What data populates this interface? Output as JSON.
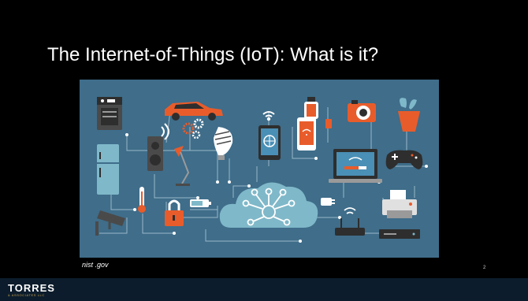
{
  "slide": {
    "title": "The Internet-of-Things (IoT): What is it?",
    "caption": "nist .gov",
    "page_number": "2"
  },
  "illustration": {
    "background_color": "#3f6d8a",
    "icons": [
      "oven-icon",
      "car-icon",
      "wifi-icon",
      "smartwatch-icon",
      "camera-icon",
      "plant-icon",
      "fridge-icon",
      "gears-icon",
      "speaker-icon",
      "light-bulb-icon",
      "tablet-icon",
      "phone-icon",
      "laptop-icon",
      "gamepad-icon",
      "desk-lamp-icon",
      "thermometer-icon",
      "padlock-icon",
      "battery-icon",
      "cloud-network-icon",
      "printer-icon",
      "security-camera-icon",
      "router-icon",
      "dvd-player-icon",
      "plug-icon"
    ]
  },
  "footer": {
    "logo_main": "TORRES",
    "logo_sub": "& ASSOCIATES LLC",
    "background_color": "#0c1c2c",
    "accent_color": "#c9a44c"
  }
}
